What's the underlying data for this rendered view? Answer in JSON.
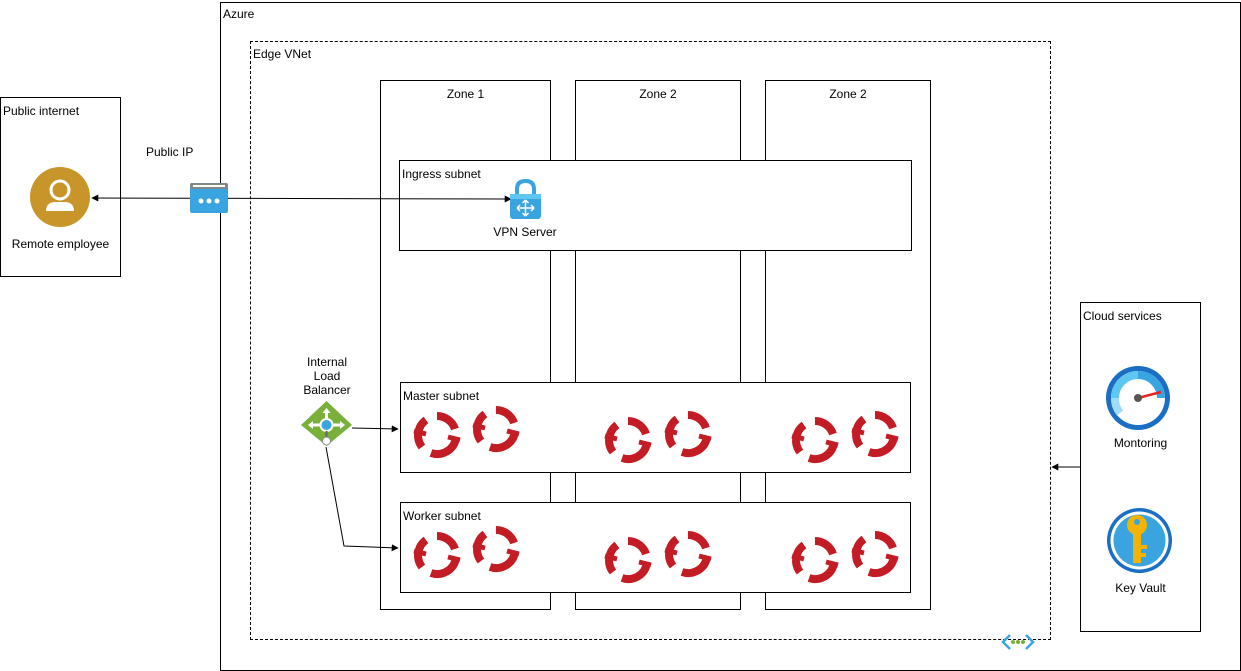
{
  "containers": {
    "azure": "Azure",
    "edge_vnet": "Edge VNet",
    "public_internet": "Public internet",
    "cloud_services": "Cloud services"
  },
  "zones": [
    "Zone 1",
    "Zone 2",
    "Zone 2"
  ],
  "subnets": {
    "ingress": "Ingress subnet",
    "master": "Master subnet",
    "worker": "Worker subnet"
  },
  "nodes": {
    "remote_employee": "Remote employee",
    "public_ip": "Public IP",
    "vpn_server": "VPN Server",
    "load_balancer": "Internal\nLoad\nBalancer",
    "monitoring": "Montoring",
    "key_vault": "Key Vault"
  },
  "icons": {
    "openshift": "openshift-icon",
    "vnet": "vnet-icon"
  },
  "colors": {
    "openshift_red": "#c31c24",
    "user_gold": "#c8952b",
    "azure_blue": "#3aa4e0",
    "lb_green": "#7ab03a",
    "key_gold": "#f2b400"
  }
}
